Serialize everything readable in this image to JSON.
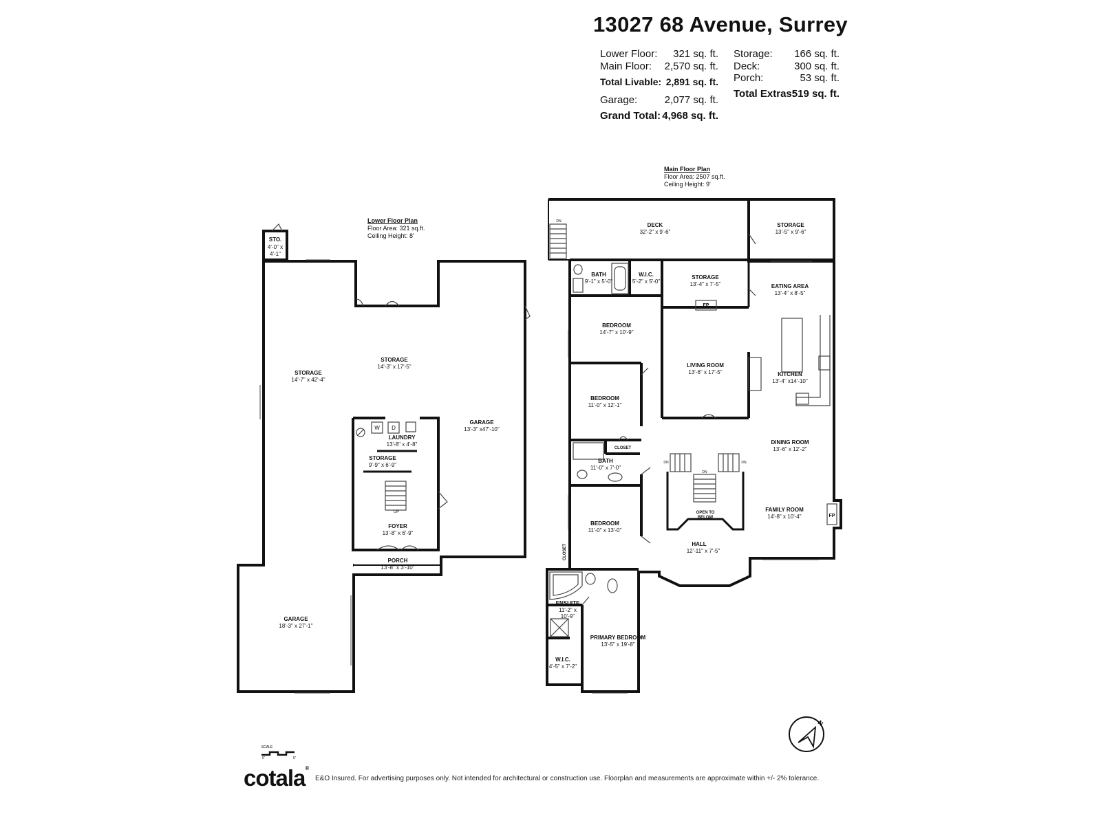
{
  "title": "13027 68 Avenue, Surrey",
  "areas": {
    "lower_floor": {
      "label": "Lower Floor:",
      "value": "321 sq. ft."
    },
    "main_floor": {
      "label": "Main Floor:",
      "value": "2,570 sq. ft."
    },
    "total_livable": {
      "label": "Total Livable:",
      "value": "2,891 sq. ft."
    },
    "garage": {
      "label": "Garage:",
      "value": "2,077 sq. ft."
    },
    "grand_total": {
      "label": "Grand Total:",
      "value": "4,968 sq. ft."
    },
    "storage": {
      "label": "Storage:",
      "value": "166 sq. ft."
    },
    "deck": {
      "label": "Deck:",
      "value": "300 sq. ft."
    },
    "porch": {
      "label": "Porch:",
      "value": "53 sq. ft."
    },
    "total_extras": {
      "label": "Total Extras:",
      "value": "519 sq. ft."
    }
  },
  "lower_plan": {
    "title": "Lower Floor Plan",
    "area": "Floor Area: 321 sq.ft.",
    "ceiling": "Ceiling Height: 8'"
  },
  "main_plan": {
    "title": "Main Floor Plan",
    "area": "Floor Area: 2507 sq.ft.",
    "ceiling": "Ceiling Height: 9'"
  },
  "lower_rooms": {
    "sto": {
      "name": "STO.",
      "d1": "4'-0\" x",
      "d2": "4'-1\""
    },
    "storage_left": {
      "name": "STORAGE",
      "dims": "14'-7\" x 42'-4\""
    },
    "storage_center": {
      "name": "STORAGE",
      "dims": "14'-3\" x 17'-5\""
    },
    "garage_right": {
      "name": "GARAGE",
      "dims": "13'-3\" x47'-10\""
    },
    "laundry": {
      "name": "LAUNDRY",
      "dims": "13'-8\" x 4'-8\""
    },
    "storage_small": {
      "name": "STORAGE",
      "dims": "9'-9\" x 6'-9\""
    },
    "foyer": {
      "name": "FOYER",
      "dims": "13'-8\" x 6'-9\""
    },
    "porch": {
      "name": "PORCH",
      "dims": "13'-8\" x 3'-10\""
    },
    "garage_bottom": {
      "name": "GARAGE",
      "dims": "18'-3\" x 27'-1\""
    },
    "washer": "W",
    "dryer": "D",
    "up": "UP"
  },
  "main_rooms": {
    "deck": {
      "name": "DECK",
      "dims": "32'-2\" x 9'-6\""
    },
    "storage_top": {
      "name": "STORAGE",
      "dims": "13'-5\" x 9'-6\""
    },
    "bath1": {
      "name": "BATH",
      "dims": "9'-1\" x 5'-0\""
    },
    "wic1": {
      "name": "W.I.C.",
      "dims": "5'-2\" x 5'-0\""
    },
    "storage_mid": {
      "name": "STORAGE",
      "dims": "13'-4\" x 7'-5\""
    },
    "eating": {
      "name": "EATING AREA",
      "dims": "13'-4\" x 8'-5\""
    },
    "bedroom1": {
      "name": "BEDROOM",
      "dims": "14'-7\" x 10'-9\""
    },
    "living": {
      "name": "LIVING ROOM",
      "dims": "13'-6\" x 17'-5\""
    },
    "kitchen": {
      "name": "KITCHEN",
      "dims": "13'-4\" x14'-10\""
    },
    "bedroom2": {
      "name": "BEDROOM",
      "dims": "11'-0\" x 12'-1\""
    },
    "closet1": {
      "name": "CLOSET"
    },
    "bath2": {
      "name": "BATH",
      "dims": "11'-0\" x 7'-0\""
    },
    "dining": {
      "name": "DINING ROOM",
      "dims": "13'-6\" x 12'-2\""
    },
    "open_below": {
      "line1": "OPEN TO",
      "line2": "BELOW"
    },
    "family": {
      "name": "FAMILY ROOM",
      "dims": "14'-8\" x 10'-4\""
    },
    "bedroom3": {
      "name": "BEDROOM",
      "dims": "11'-0\" x 13'-0\""
    },
    "closet2": {
      "name": "CLOSET"
    },
    "hall": {
      "name": "HALL",
      "dims": "12'-11\" x 7'-5\""
    },
    "ensuite": {
      "name": "ENSUITE",
      "d1": "11'-2\" x",
      "d2": "10'-9\""
    },
    "primary": {
      "name": "PRIMARY BEDROOM",
      "dims": "13'-5\" x 19'-8\""
    },
    "wic2": {
      "name": "W.I.C.",
      "dims": "4'-5\" x 7'-2\""
    },
    "fp": "FP",
    "dn": "DN"
  },
  "scale": {
    "label": "SCALE",
    "zero": "0'",
    "five": "5'"
  },
  "compass": {
    "north": "N"
  },
  "brand": {
    "logo": "cotala",
    "mark": "®"
  },
  "disclaimer": "E&O Insured. For advertising purposes only. Not intended for architectural or construction use. Floorplan and measurements are approximate within +/- 2% tolerance."
}
